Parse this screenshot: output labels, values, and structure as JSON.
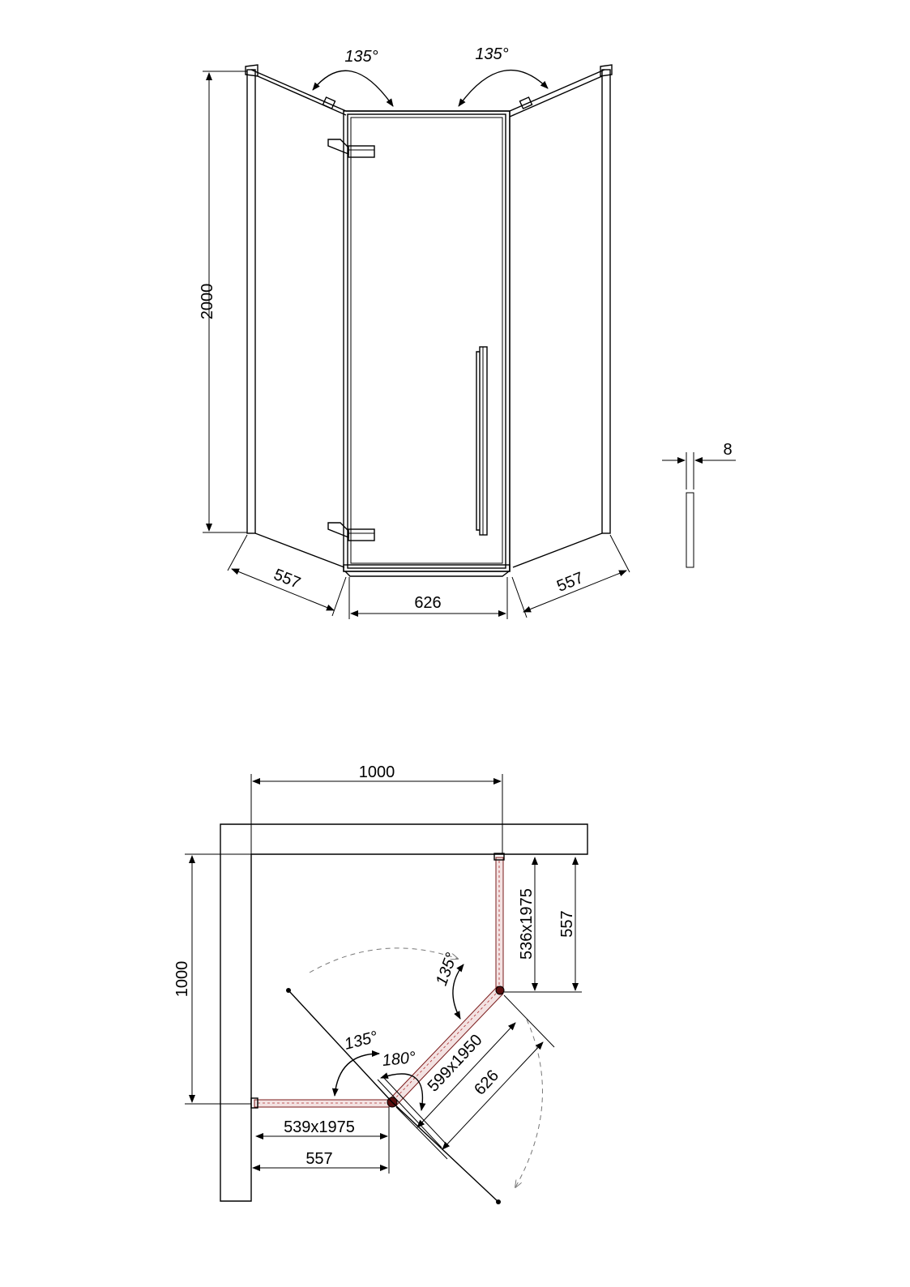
{
  "front_view": {
    "height": "2000",
    "angle_left": "135°",
    "angle_right": "135°",
    "width_left": "557",
    "width_center": "626",
    "width_right": "557",
    "glass_thickness": "8"
  },
  "plan_view": {
    "width_top": "1000",
    "depth_left": "1000",
    "right_depth": "557",
    "right_panel": "536x1975",
    "door_panel": "599x1950",
    "door_width": "626",
    "bottom_panel": "539x1975",
    "bottom_width": "557",
    "angle_upper": "135°",
    "angle_lower": "135°",
    "angle_open": "180°"
  }
}
